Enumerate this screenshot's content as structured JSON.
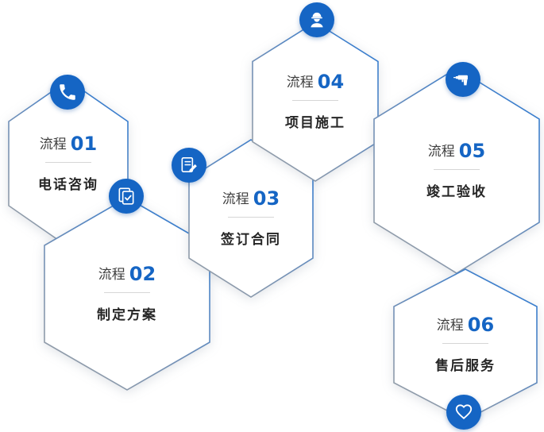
{
  "colors": {
    "blue": "#1565c4",
    "border_blue": "#2e7ad2",
    "border_gray": "#9aa0a6",
    "divider_gray": "#d6d6d6",
    "text_dark": "#262626"
  },
  "steps": [
    {
      "prefix": "流程",
      "number": "01",
      "label": "电话咨询",
      "icon": "phone-icon"
    },
    {
      "prefix": "流程",
      "number": "02",
      "label": "制定方案",
      "icon": "document-check-icon"
    },
    {
      "prefix": "流程",
      "number": "03",
      "label": "签订合同",
      "icon": "contract-signing-icon"
    },
    {
      "prefix": "流程",
      "number": "04",
      "label": "项目施工",
      "icon": "construction-worker-icon"
    },
    {
      "prefix": "流程",
      "number": "05",
      "label": "竣工验收",
      "icon": "drill-icon"
    },
    {
      "prefix": "流程",
      "number": "06",
      "label": "售后服务",
      "icon": "heart-icon"
    }
  ]
}
